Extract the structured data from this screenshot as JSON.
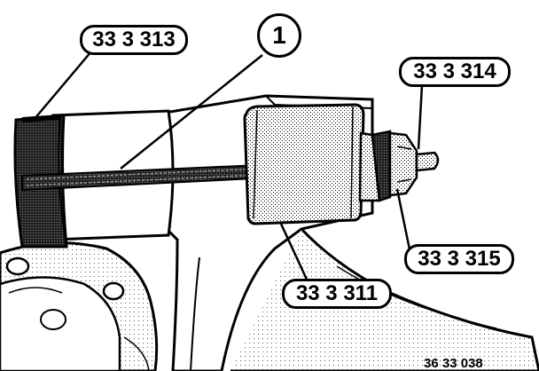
{
  "callouts": {
    "tool_313": "33 3 313",
    "tool_314": "33 3 314",
    "tool_315": "33 3 315",
    "tool_311": "33 3 311",
    "item_1": "1"
  },
  "figure_number": "36 33 038"
}
